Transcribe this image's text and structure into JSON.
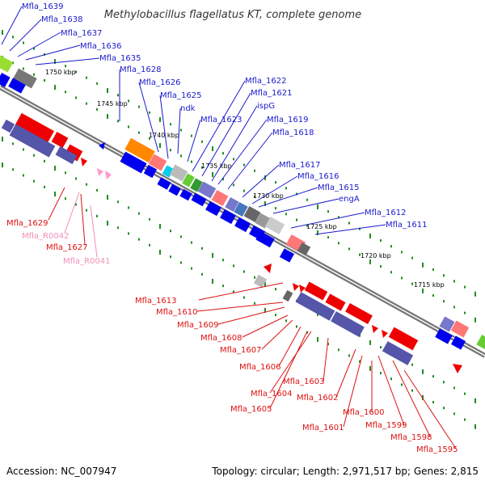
{
  "title": "Methylobacillus flagellatus KT, complete genome",
  "footer": {
    "accession": "Accession: NC_007947",
    "summary": "Topology: circular; Length: 2,971,517 bp; Genes: 2,815"
  },
  "scale_labels": [
    "1750 kbp",
    "1745 kbp",
    "1740 kbp",
    "1735 kbp",
    "1730 kbp",
    "1725 kbp",
    "1720 kbp",
    "1715 kbp"
  ],
  "gene_labels_top": [
    "Mfla_1639",
    "Mfla_1638",
    "Mfla_1637",
    "Mfla_1636",
    "Mfla_1635",
    "Mfla_1628",
    "Mfla_1626",
    "Mfla_1625",
    "ndk",
    "Mfla_1623",
    "Mfla_1622",
    "Mfla_1621",
    "ispG",
    "Mfla_1619",
    "Mfla_1618",
    "Mfla_1617",
    "Mfla_1616",
    "Mfla_1615",
    "engA",
    "Mfla_1612",
    "Mfla_1611"
  ],
  "gene_labels_bottom": [
    "Mfla_1629",
    "Mfla_R0042",
    "Mfla_1627",
    "Mfla_R0041",
    "Mfla_1613",
    "Mfla_1610",
    "Mfla_1609",
    "Mfla_1608",
    "Mfla_1607",
    "Mfla_1606",
    "Mfla_1603",
    "Mfla_1604",
    "Mfla_1602",
    "Mfla_1605",
    "Mfla_1600",
    "Mfla_1601",
    "Mfla_1599",
    "Mfla_1598",
    "Mfla_1595"
  ],
  "colors": {
    "forward_label": "#1a1acc",
    "reverse_label": "#dd1111",
    "rna_label": "#f28fb7",
    "cds_forward": "#0000ee",
    "cds_reverse": "#ee0000",
    "rna_feature": "#ff99cc",
    "backbone": "#777777",
    "tick": "#228b22",
    "cog_blue": "#5555aa"
  }
}
